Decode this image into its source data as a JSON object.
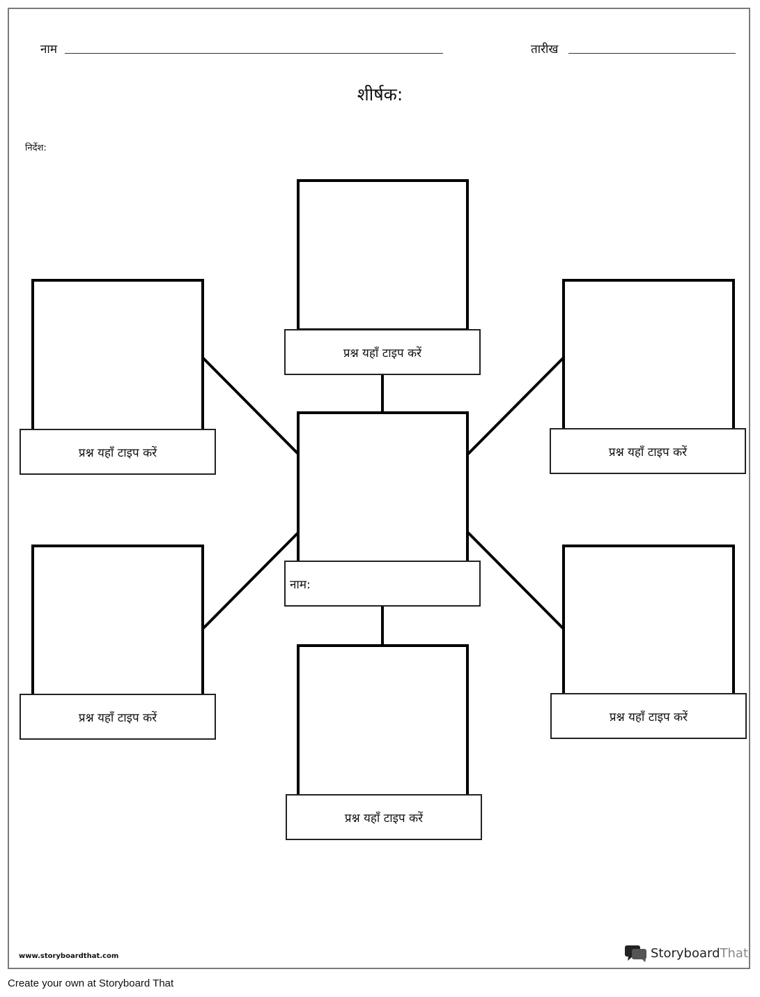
{
  "header": {
    "name_label": "नाम",
    "date_label": "तारीख",
    "title": "शीर्षक:",
    "instructions": "निर्देश:"
  },
  "center": {
    "name_label": "नाम:"
  },
  "question_boxes": {
    "top": "प्रश्न यहाँ टाइप करें",
    "upper_left": "प्रश्न यहाँ टाइप करें",
    "upper_right": "प्रश्न यहाँ टाइप करें",
    "lower_left": "प्रश्न यहाँ टाइप करें",
    "lower_right": "प्रश्न यहाँ टाइप करें",
    "bottom": "प्रश्न यहाँ टाइप करें"
  },
  "footer": {
    "url": "www.storyboardthat.com",
    "brand_primary": "Storyboard",
    "brand_secondary": "That",
    "create_text": "Create your own at Storyboard That"
  },
  "colors": {
    "border": "#7a7a7a",
    "ink": "#000000"
  },
  "icons": [
    "storyboardthat-logo-icon"
  ]
}
